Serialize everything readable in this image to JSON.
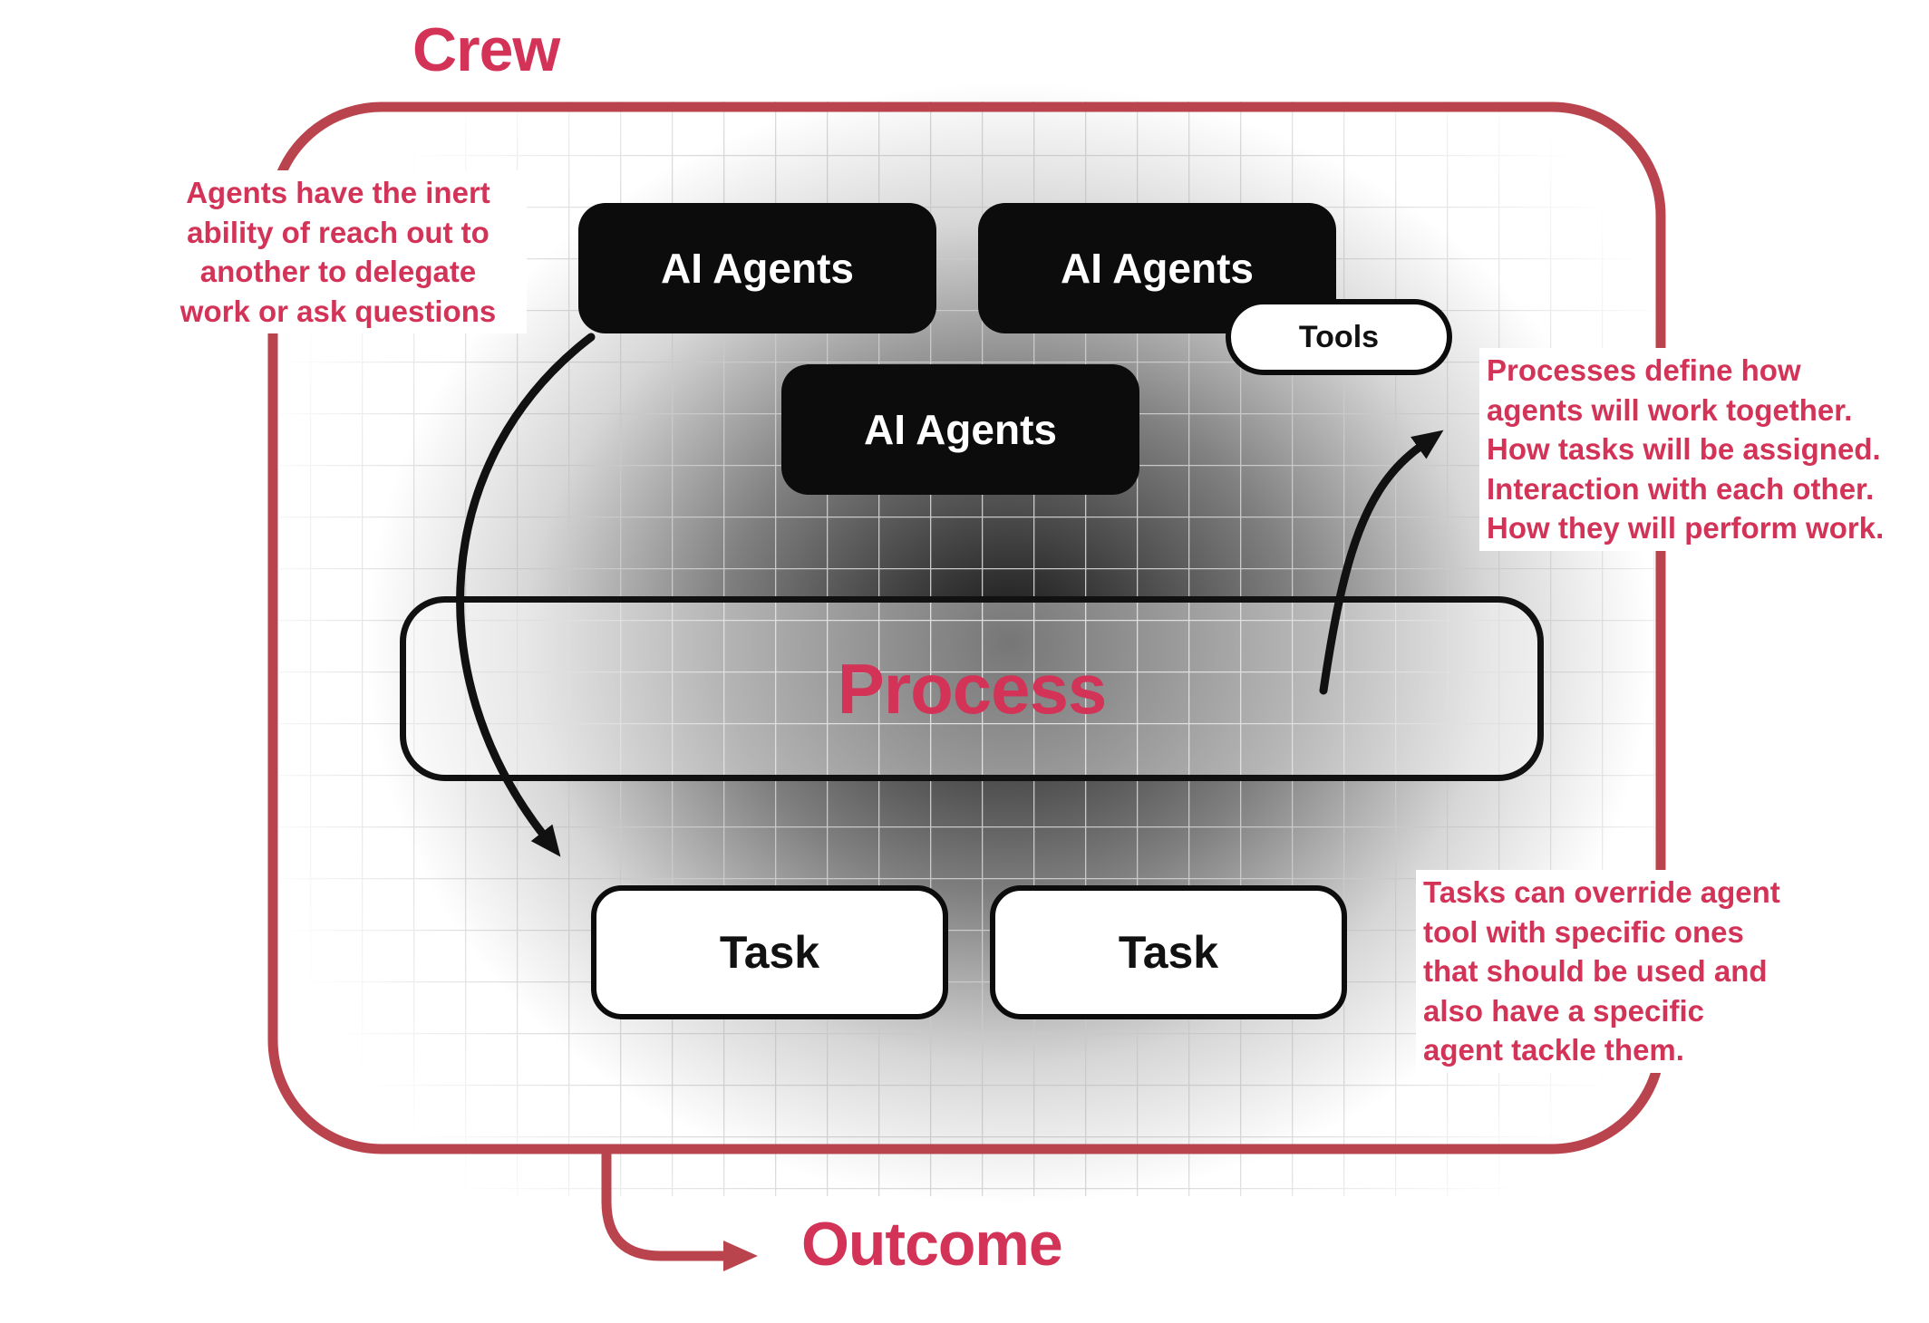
{
  "colors": {
    "accent": "#d23357",
    "border_red": "#b9444d",
    "box_black": "#0c0c0c",
    "grid_line": "#c9c9c9"
  },
  "title": "Crew",
  "outcome": {
    "label": "Outcome"
  },
  "agents": [
    {
      "label": "AI Agents"
    },
    {
      "label": "AI Agents"
    },
    {
      "label": "AI Agents"
    }
  ],
  "tools": {
    "label": "Tools"
  },
  "process": {
    "label": "Process"
  },
  "tasks": [
    {
      "label": "Task"
    },
    {
      "label": "Task"
    }
  ],
  "annotations": {
    "left": "Agents have the inert\nability of reach out to\nanother to delegate\nwork or ask questions",
    "right_top": "Processes define how\nagents will work together.\nHow tasks will be assigned.\nInteraction with each other.\nHow they will perform work.",
    "right_bottom": "Tasks can override agent\ntool with specific ones\nthat should be used and\nalso have a specific\nagent tackle them."
  }
}
